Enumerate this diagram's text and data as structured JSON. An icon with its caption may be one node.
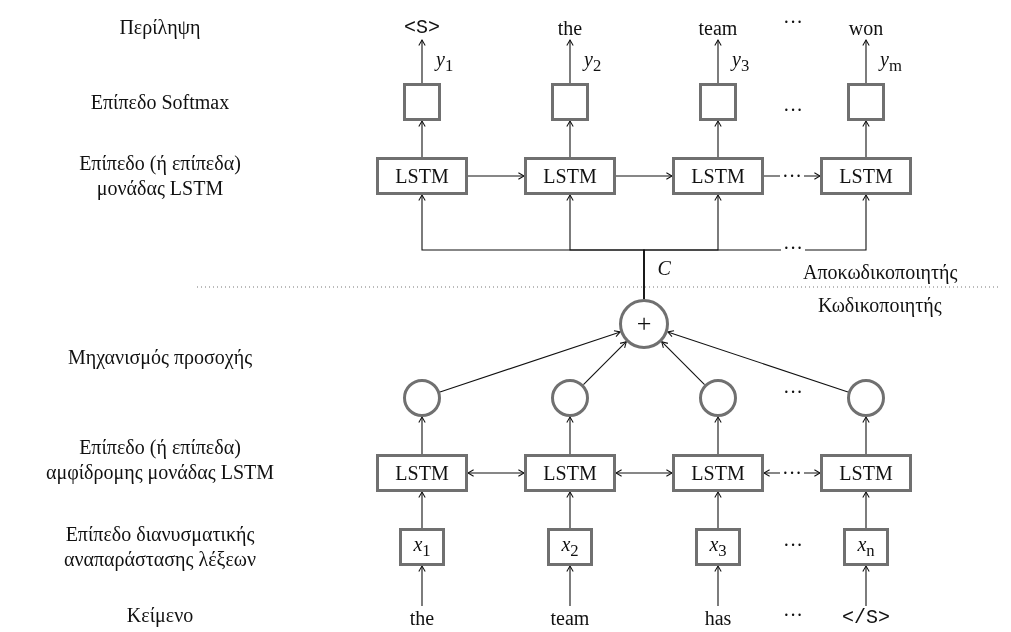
{
  "diagram": {
    "nodes": [
      {
        "text": [
          "<S>"
        ]
      },
      {
        "text": [
          "the"
        ]
      },
      {
        "text": [
          "team"
        ]
      },
      {
        "text": [
          "won"
        ]
      },
      {
        "text": [],
        "shape": "box"
      },
      {
        "text": [],
        "shape": "box"
      },
      {
        "text": [],
        "shape": "box"
      },
      {
        "text": [],
        "shape": "box"
      },
      {
        "text": [
          "LSTM"
        ]
      },
      {
        "text": [
          "LSTM"
        ]
      },
      {
        "text": [
          "LSTM"
        ]
      },
      {
        "text": [
          "LSTM"
        ]
      },
      {
        "text": [
          "+"
        ]
      },
      {
        "text": [],
        "shape": "circle"
      },
      {
        "text": [],
        "shape": "circle"
      },
      {
        "text": [],
        "shape": "circle"
      },
      {
        "text": [],
        "shape": "circle"
      },
      {
        "text": [
          "LSTM"
        ]
      },
      {
        "text": [
          "LSTM"
        ]
      },
      {
        "text": [
          "LSTM"
        ]
      },
      {
        "text": [
          "LSTM"
        ]
      },
      {
        "text": [
          "*x*$_{1}$"
        ]
      },
      {
        "text": [
          "*x*$_{2}$"
        ]
      },
      {
        "text": [
          "*x*$_{3}$"
        ]
      },
      {
        "text": [
          "*x*$_{n}$"
        ]
      },
      {
        "text": [
          "the"
        ]
      },
      {
        "text": [
          "team"
        ]
      },
      {
        "text": [
          "has"
        ]
      },
      {
        "text": [
          "</S>"
        ]
      }
    ],
    "edges": [
      {
        "from": 4,
        "to": 0,
        "arrow": "to",
        "label": "*y*$_{1}$"
      },
      {
        "from": 5,
        "to": 1,
        "arrow": "to",
        "label": "*y*$_{2}$"
      },
      {
        "from": 6,
        "to": 2,
        "arrow": "to",
        "label": "*y*$_{3}$"
      },
      {
        "from": 7,
        "to": 3,
        "arrow": "to",
        "label": "*y*$_{m}$"
      },
      {
        "from": 8,
        "to": 4,
        "arrow": "to"
      },
      {
        "from": 9,
        "to": 5,
        "arrow": "to"
      },
      {
        "from": 10,
        "to": 6,
        "arrow": "to"
      },
      {
        "from": 11,
        "to": 7,
        "arrow": "to"
      },
      {
        "from": 8,
        "to": 9,
        "arrow": "to"
      },
      {
        "from": 9,
        "to": 10,
        "arrow": "to"
      },
      {
        "from": 10,
        "to": 11,
        "arrow": "to",
        "label": "···"
      },
      {
        "from": 12,
        "to": 8,
        "arrow": "to",
        "label": "C"
      },
      {
        "from": 12,
        "to": 9,
        "arrow": "to"
      },
      {
        "from": 12,
        "to": 10,
        "arrow": "to"
      },
      {
        "from": 12,
        "to": 11,
        "arrow": "to"
      },
      {
        "from": 13,
        "to": 12,
        "arrow": "to"
      },
      {
        "from": 14,
        "to": 12,
        "arrow": "to"
      },
      {
        "from": 15,
        "to": 12,
        "arrow": "to"
      },
      {
        "from": 16,
        "to": 12,
        "arrow": "to"
      },
      {
        "from": 17,
        "to": 13,
        "arrow": "to"
      },
      {
        "from": 18,
        "to": 14,
        "arrow": "to"
      },
      {
        "from": 19,
        "to": 15,
        "arrow": "to"
      },
      {
        "from": 20,
        "to": 16,
        "arrow": "to"
      },
      {
        "from": 17,
        "to": 18,
        "arrow": "both"
      },
      {
        "from": 18,
        "to": 19,
        "arrow": "both"
      },
      {
        "from": 19,
        "to": 20,
        "arrow": "both",
        "label": "···"
      },
      {
        "from": 21,
        "to": 17,
        "arrow": "to"
      },
      {
        "from": 22,
        "to": 18,
        "arrow": "to"
      },
      {
        "from": 23,
        "to": 19,
        "arrow": "to"
      },
      {
        "from": 24,
        "to": 20,
        "arrow": "to"
      },
      {
        "from": 25,
        "to": 21,
        "arrow": "to"
      },
      {
        "from": 26,
        "to": 22,
        "arrow": "to"
      },
      {
        "from": 27,
        "to": 23,
        "arrow": "to"
      },
      {
        "from": 28,
        "to": 24,
        "arrow": "to"
      }
    ],
    "labels": [
      "Περίληψη",
      "···",
      "Επίπεδο Softmax",
      "···",
      "Επίπεδο (ή επίπεδα) μονάδας LSTM",
      "···",
      "Αποκωδικοποιητής",
      "Κωδικοποιητής",
      "Μηχανισμός προσοχής",
      "···",
      "Επίπεδο (ή επίπεδα) αμφίδρομης μονάδας LSTM",
      "Επίπεδο διανυσματικής αναπαράστασης λέξεων",
      "···",
      "Κείμενο",
      "···"
    ]
  }
}
